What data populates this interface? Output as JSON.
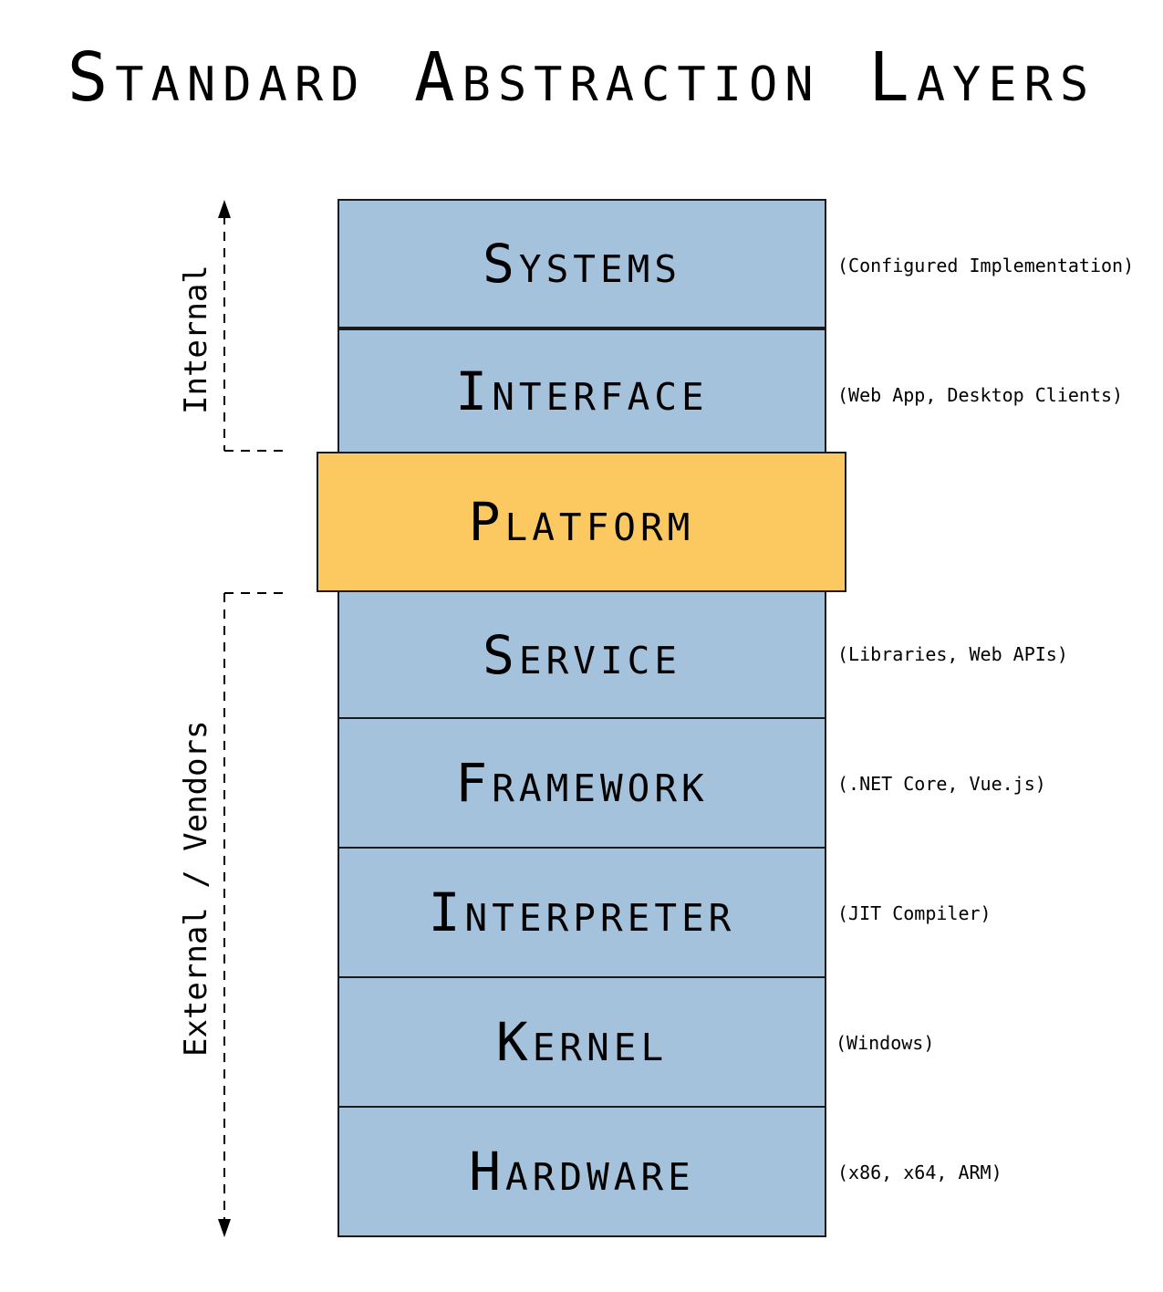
{
  "title": "Standard Abstraction Layers",
  "layers": [
    {
      "label": "Systems",
      "note": "(Configured Implementation)"
    },
    {
      "label": "Interface",
      "note": "(Web App, Desktop Clients)"
    },
    {
      "label": "Platform",
      "note": ""
    },
    {
      "label": "Service",
      "note": "(Libraries, Web APIs)"
    },
    {
      "label": "Framework",
      "note": "(.NET Core, Vue.js)"
    },
    {
      "label": "Interpreter",
      "note": "(JIT Compiler)"
    },
    {
      "label": "Kernel",
      "note": "(Windows)"
    },
    {
      "label": "Hardware",
      "note": "(x86, x64, ARM)"
    }
  ],
  "groups": {
    "internal": "Internal",
    "external": "External / Vendors"
  },
  "colors": {
    "layer": "#a4c2dc",
    "highlight": "#fcc961",
    "border": "#1a1a1a"
  }
}
